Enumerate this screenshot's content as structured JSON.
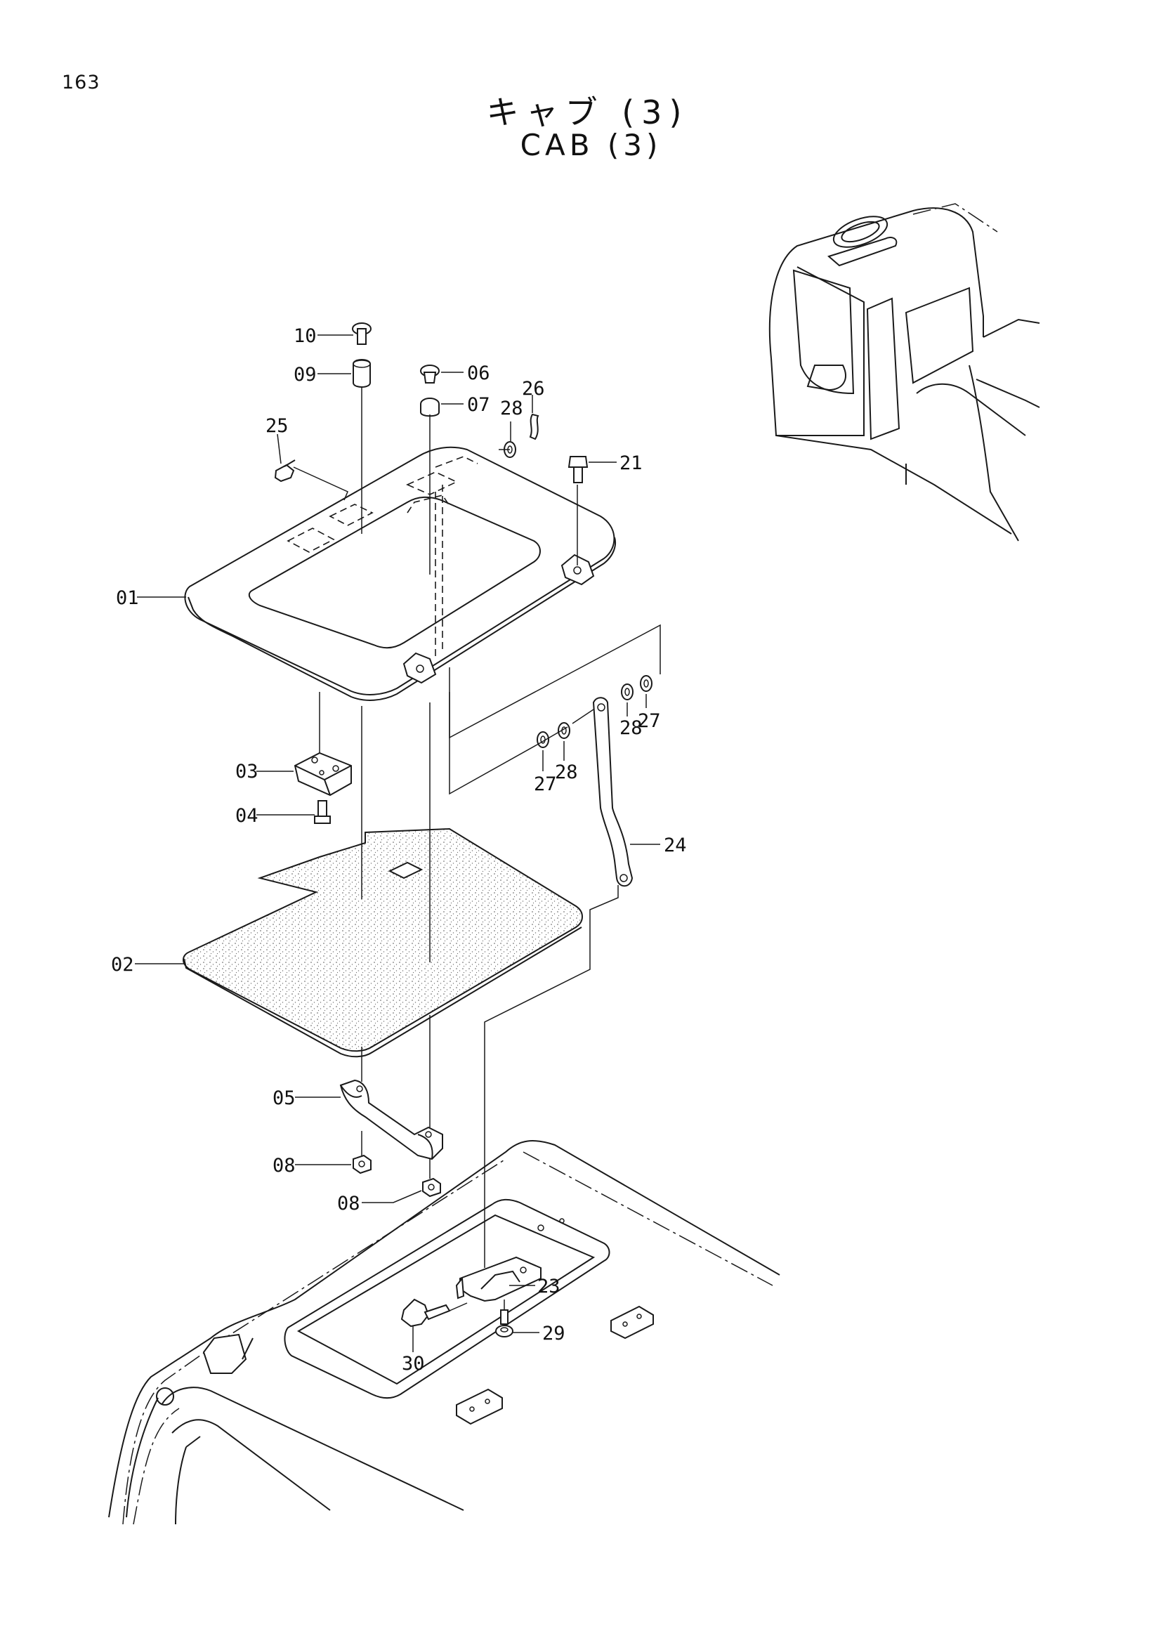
{
  "page_number": "163",
  "title_jp": "キャブ (3)",
  "title_en": "CAB (3)",
  "callouts": [
    {
      "id": "10",
      "text": "10"
    },
    {
      "id": "09",
      "text": "09"
    },
    {
      "id": "06",
      "text": "06"
    },
    {
      "id": "07",
      "text": "07"
    },
    {
      "id": "28a",
      "text": "28"
    },
    {
      "id": "26",
      "text": "26"
    },
    {
      "id": "25",
      "text": "25"
    },
    {
      "id": "21",
      "text": "21"
    },
    {
      "id": "01",
      "text": "01"
    },
    {
      "id": "28b",
      "text": "28"
    },
    {
      "id": "27b",
      "text": "27"
    },
    {
      "id": "03",
      "text": "03"
    },
    {
      "id": "27a",
      "text": "27"
    },
    {
      "id": "28c",
      "text": "28"
    },
    {
      "id": "04",
      "text": "04"
    },
    {
      "id": "24",
      "text": "24"
    },
    {
      "id": "02",
      "text": "02"
    },
    {
      "id": "05",
      "text": "05"
    },
    {
      "id": "08a",
      "text": "08"
    },
    {
      "id": "08b",
      "text": "08"
    },
    {
      "id": "23",
      "text": "23"
    },
    {
      "id": "29",
      "text": "29"
    },
    {
      "id": "30",
      "text": "30"
    }
  ]
}
